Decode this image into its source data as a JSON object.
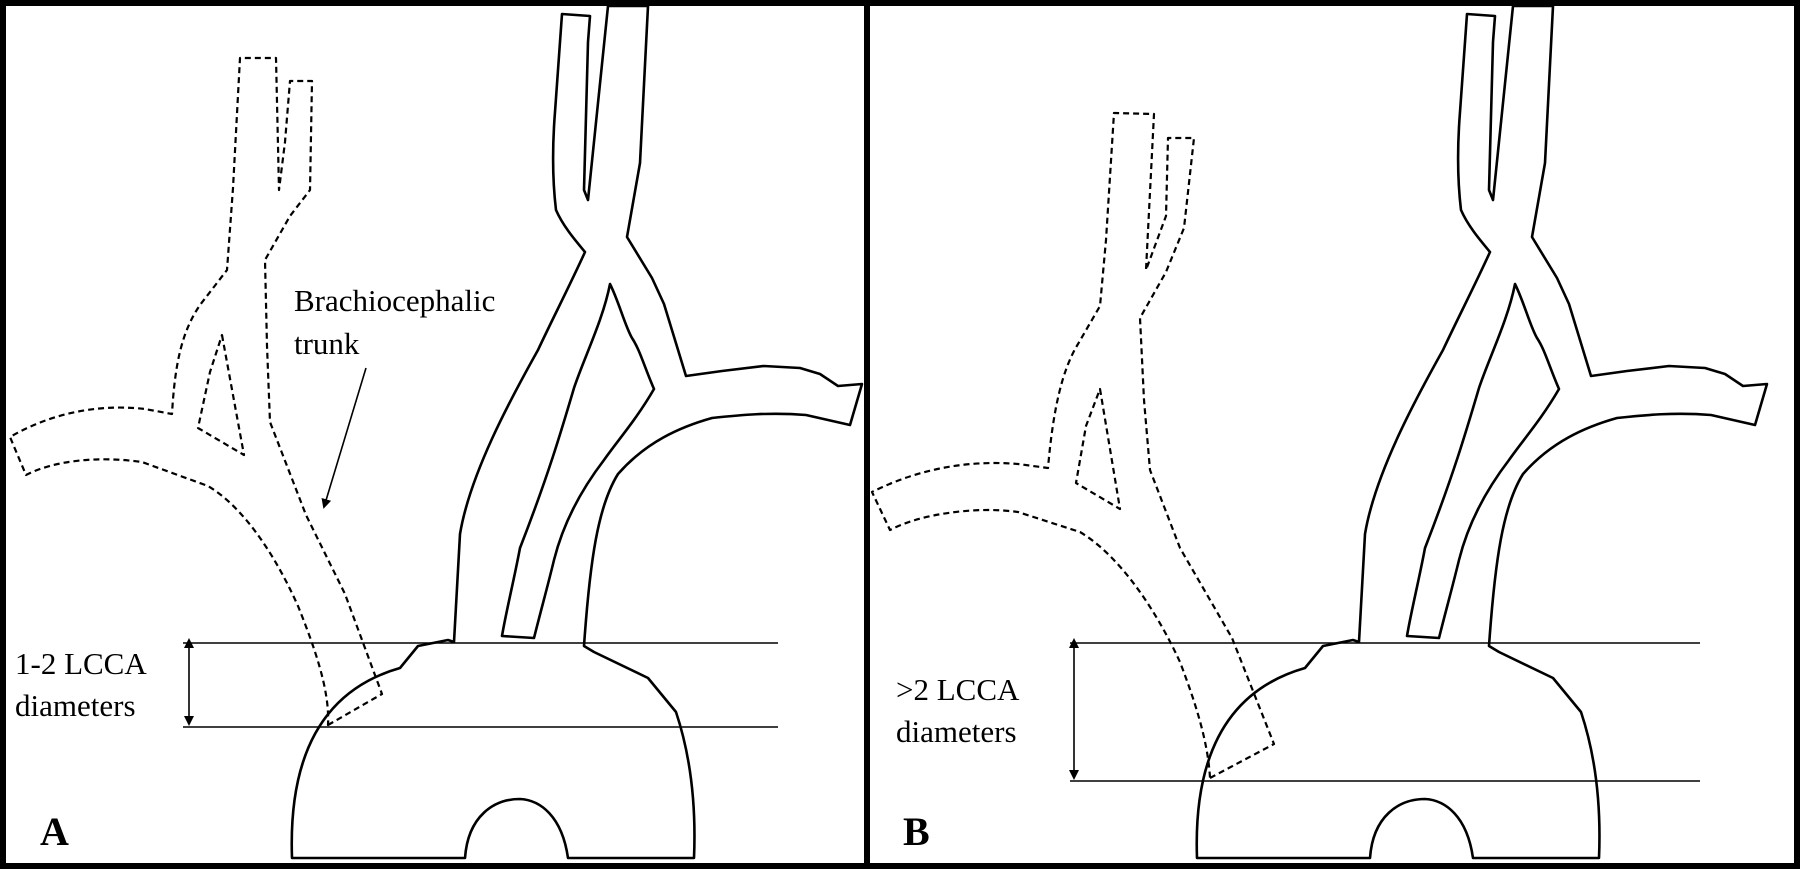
{
  "panels": [
    {
      "letter": "A",
      "annotation_lines": [
        "1-2 LCCA",
        "diameters"
      ]
    },
    {
      "letter": "B",
      "annotation_lines": [
        ">2 LCCA",
        "diameters"
      ]
    }
  ],
  "callout": {
    "lines": [
      "Brachiocephalic",
      "trunk"
    ]
  }
}
